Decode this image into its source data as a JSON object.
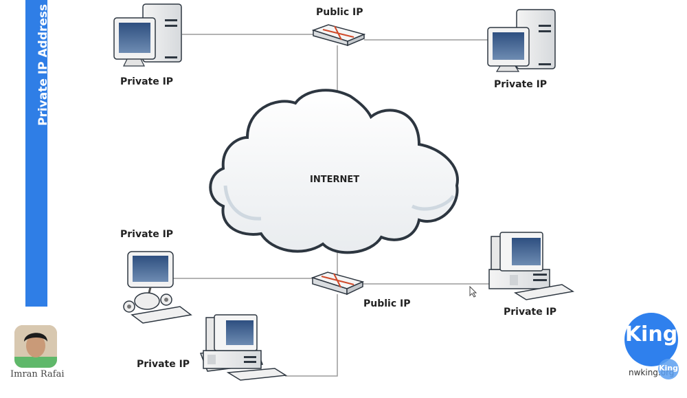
{
  "sidebar": {
    "title": "Private IP Address",
    "color": "#2f7ee6"
  },
  "diagram": {
    "cloud_label": "INTERNET",
    "routers": [
      {
        "label": "Public IP",
        "position": "top"
      },
      {
        "label": "Public IP",
        "position": "bottom"
      }
    ],
    "computers": [
      {
        "label": "Private IP",
        "type": "tower-pc",
        "position": "top-left"
      },
      {
        "label": "Private IP",
        "type": "tower-pc",
        "position": "top-right"
      },
      {
        "label": "Private IP",
        "type": "imac",
        "position": "bottom-left"
      },
      {
        "label": "Private IP",
        "type": "desktop-pc",
        "position": "bottom-center"
      },
      {
        "label": "Private IP",
        "type": "desktop-pc",
        "position": "bottom-right"
      }
    ],
    "colors": {
      "line": "#9a9a9a",
      "outline": "#2d3640",
      "screen": "#3a5b8c",
      "router_x": "#d04a2a"
    }
  },
  "presenter": {
    "name": "Imran Rafai"
  },
  "brand": {
    "logo_text": "King",
    "site": "nwking.org",
    "color": "#2f80ed"
  }
}
